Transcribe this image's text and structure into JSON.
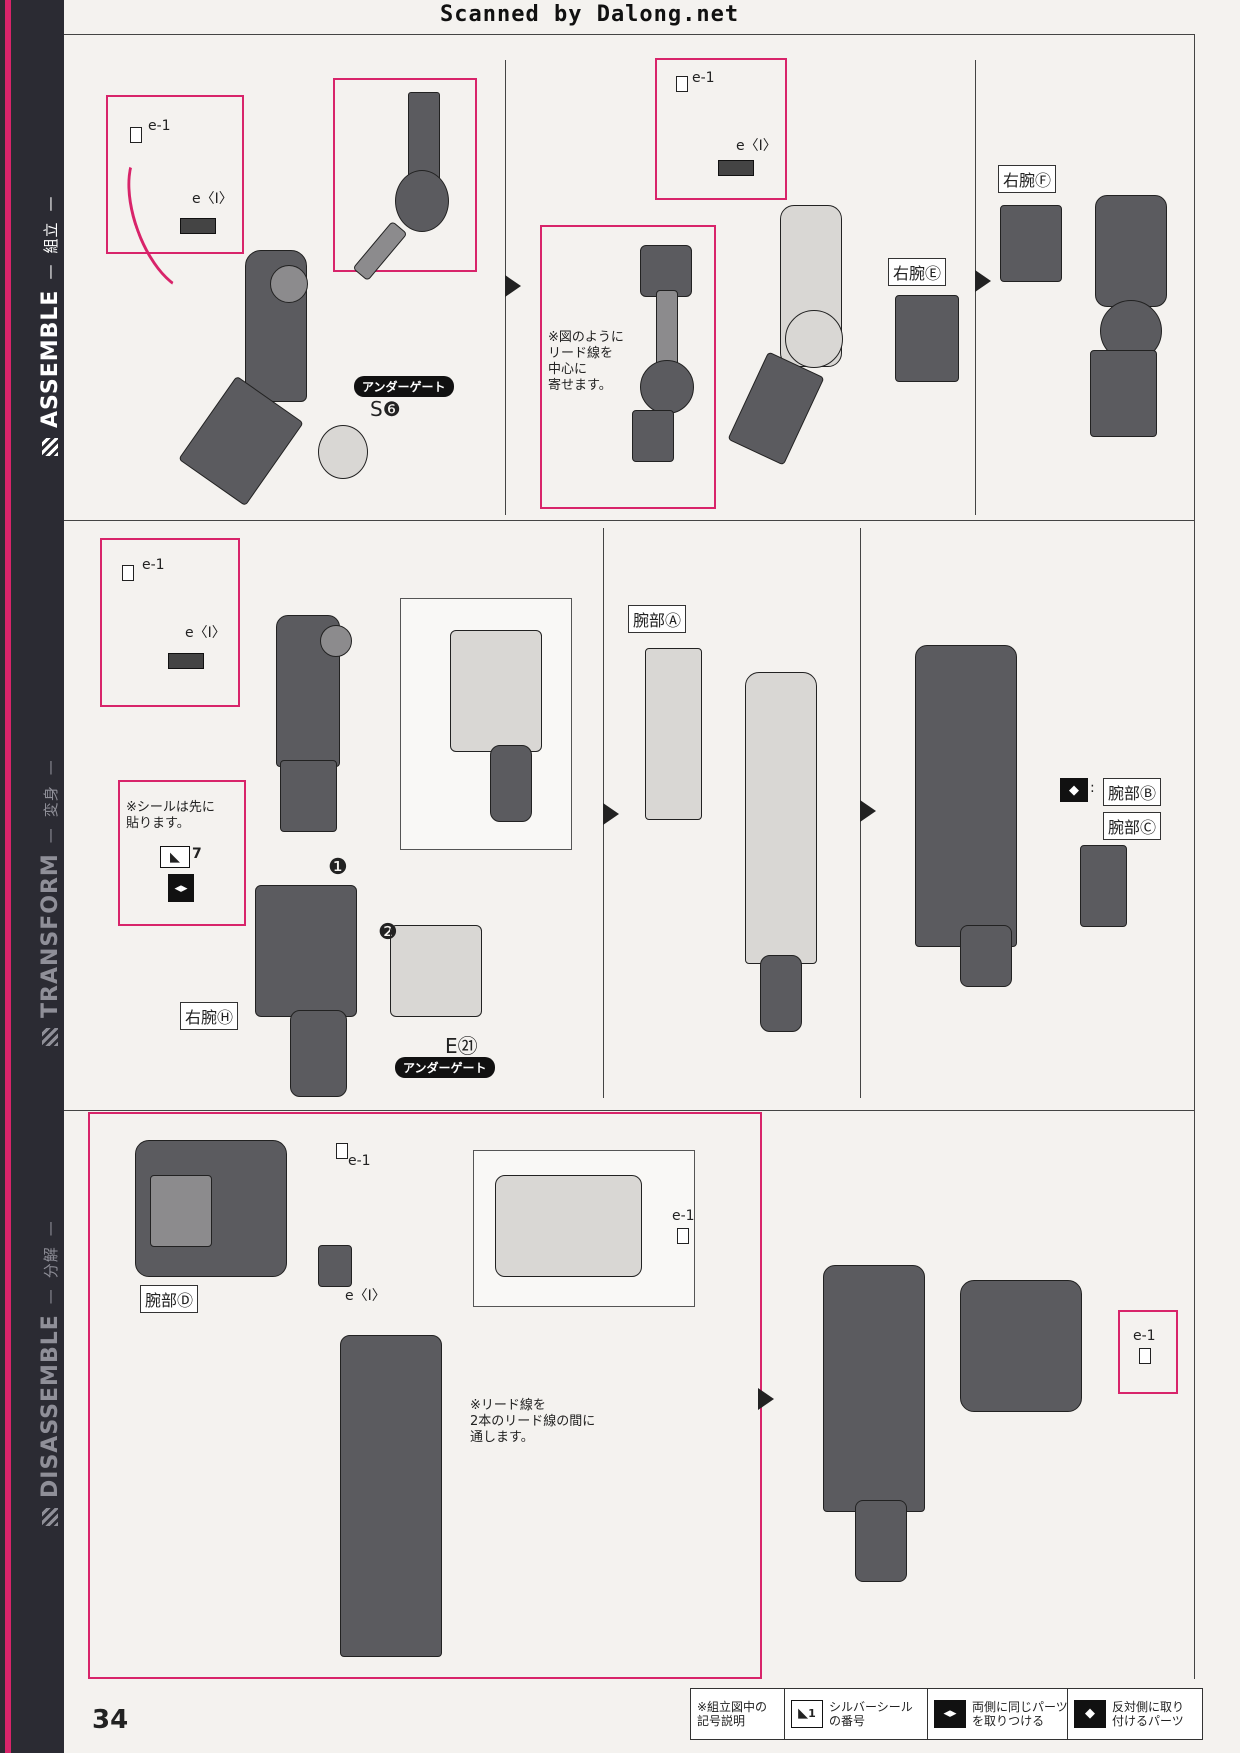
{
  "scan_credit": "Scanned by Dalong.net",
  "sidebar": {
    "assemble": {
      "en": "ASSEMBLE",
      "jp": "組立"
    },
    "transform": {
      "en": "TRANSFORM",
      "jp": "変身"
    },
    "disassemble": {
      "en": "DISASSEMBLE",
      "jp": "分解"
    }
  },
  "page_number": "34",
  "labels": {
    "e1": "e-1",
    "eI": "e〈Ⅰ〉",
    "under_gate": "アンダーゲート",
    "s6": "S❻",
    "e21": "E㉑",
    "right_arm_e": "右腕Ⓔ",
    "right_arm_f": "右腕Ⓕ",
    "right_arm_h": "右腕Ⓗ",
    "arm_a": "腕部Ⓐ",
    "arm_b": "腕部Ⓑ",
    "arm_c": "腕部Ⓒ",
    "arm_d": "腕部Ⓓ",
    "step1": "❶",
    "step2": "❷",
    "sticker_7": "7"
  },
  "notes": {
    "lead_center": "※図のように\nリード線を\n中心に\n寄せます。",
    "sticker_first": "※シールは先に\n貼ります。",
    "lead_between": "※リード線を\n2本のリード線の間に\n通します。"
  },
  "legend": {
    "title": "※組立図中の\n記号説明",
    "silver_sticker": "シルバーシール\nの番号",
    "same_both": "両側に同じパーツ\nを取りつける",
    "opposite_side": "反対側に取り\n付けるパーツ",
    "sticker_num": "1"
  }
}
